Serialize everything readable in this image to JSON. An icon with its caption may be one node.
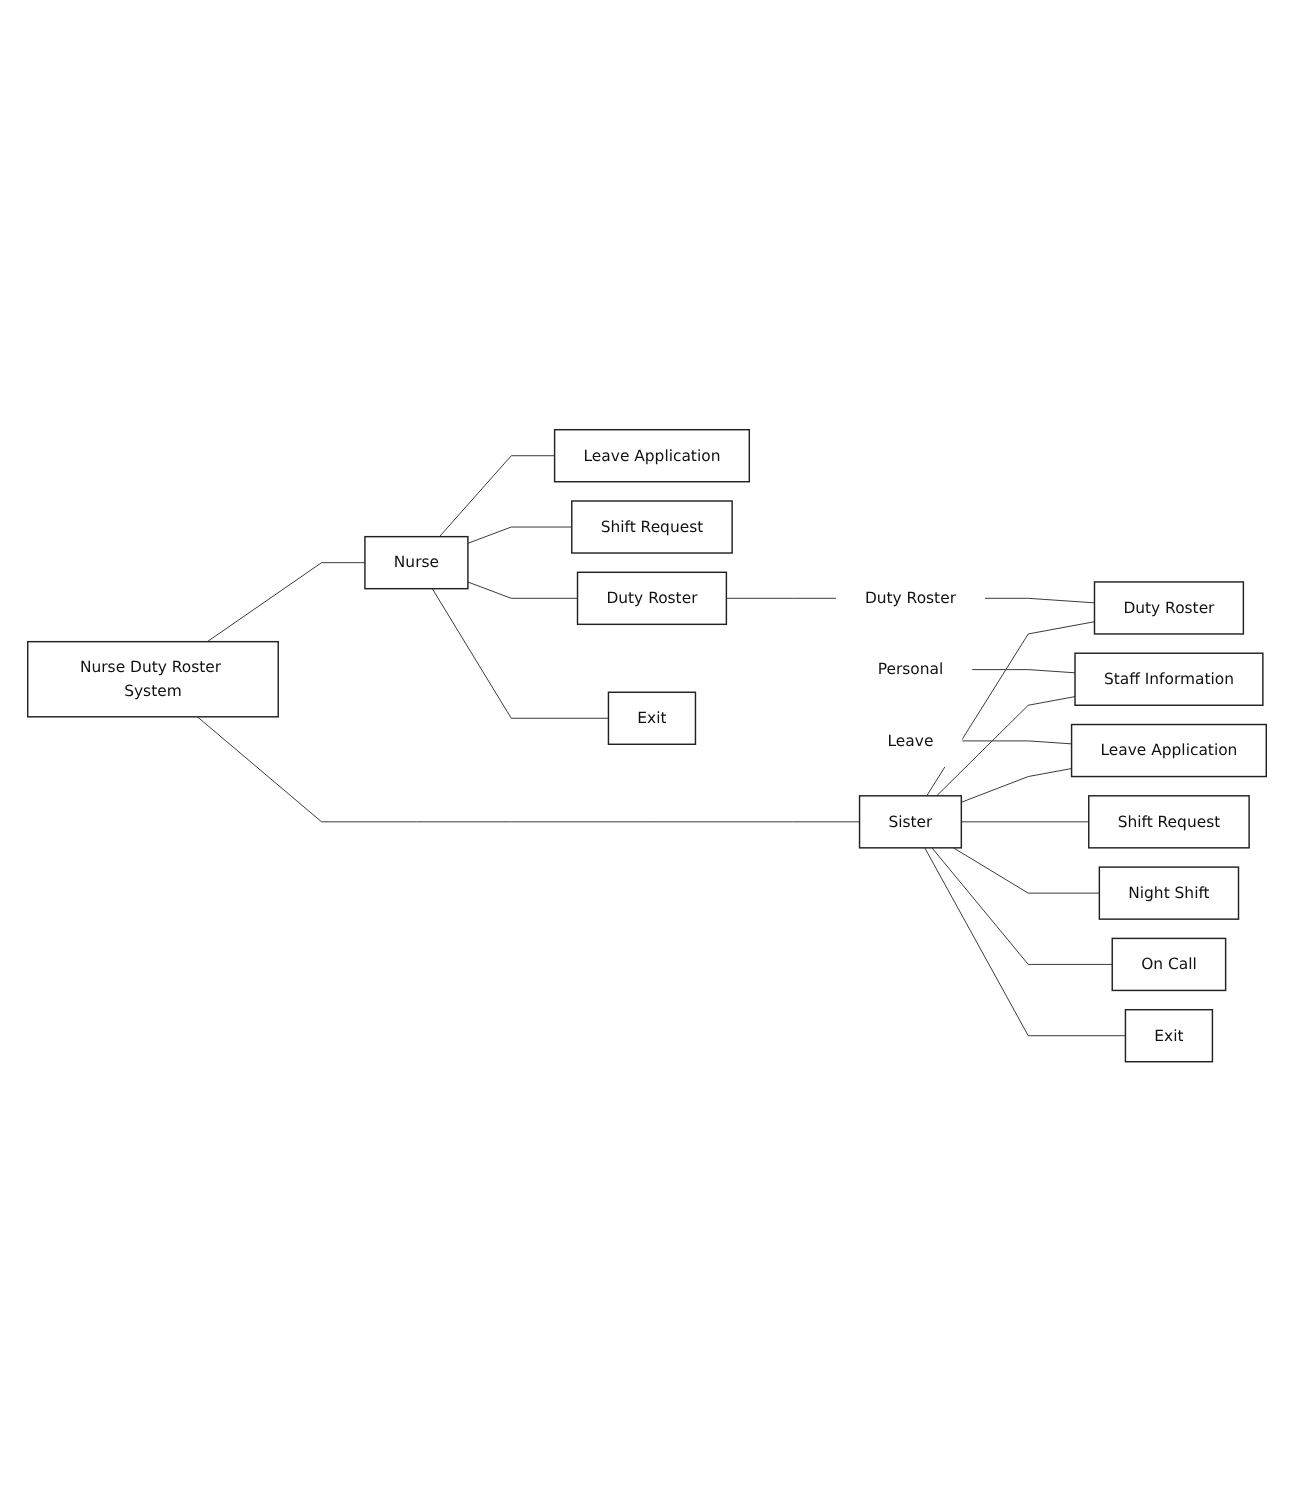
{
  "diagram": {
    "nodes": [
      {
        "text": [
          "Nurse Duty Roster System"
        ]
      },
      {
        "text": [
          "Nurse"
        ]
      },
      {
        "text": [
          "Sister"
        ]
      },
      {
        "text": [
          "Leave Application"
        ]
      },
      {
        "text": [
          "Shift Request"
        ]
      },
      {
        "text": [
          "Duty Roster"
        ]
      },
      {
        "text": [
          "Duty Roster"
        ]
      },
      {
        "text": [
          "Exit"
        ]
      },
      {
        "text": [
          "Personal"
        ]
      },
      {
        "text": [
          "Staff Information"
        ]
      },
      {
        "text": [
          "Leave"
        ]
      },
      {
        "text": [
          "Leave Application"
        ]
      },
      {
        "text": [
          "Shift Request"
        ]
      },
      {
        "text": [
          "Night Shift"
        ]
      },
      {
        "text": [
          "On Call"
        ]
      },
      {
        "text": [
          "Duty Roster"
        ]
      },
      {
        "text": [
          "Exit"
        ]
      }
    ],
    "edges": [
      {
        "from": 0,
        "to": 1,
        "arrow": "none"
      },
      {
        "from": 0,
        "to": 2,
        "arrow": "none"
      },
      {
        "from": 1,
        "to": 3,
        "arrow": "none"
      },
      {
        "from": 1,
        "to": 4,
        "arrow": "none"
      },
      {
        "from": 1,
        "to": 5,
        "arrow": "none"
      },
      {
        "from": 1,
        "to": 7,
        "arrow": "none"
      },
      {
        "from": 5,
        "to": 6,
        "arrow": "none"
      },
      {
        "from": 6,
        "to": 15,
        "arrow": "none"
      },
      {
        "from": 8,
        "to": 9,
        "arrow": "none"
      },
      {
        "from": 10,
        "to": 11,
        "arrow": "none"
      },
      {
        "from": 2,
        "to": 9,
        "arrow": "none"
      },
      {
        "from": 2,
        "to": 11,
        "arrow": "none"
      },
      {
        "from": 2,
        "to": 12,
        "arrow": "none"
      },
      {
        "from": 2,
        "to": 13,
        "arrow": "none"
      },
      {
        "from": 2,
        "to": 14,
        "arrow": "none"
      },
      {
        "from": 2,
        "to": 15,
        "arrow": "none"
      },
      {
        "from": 2,
        "to": 16,
        "arrow": "none"
      }
    ]
  }
}
